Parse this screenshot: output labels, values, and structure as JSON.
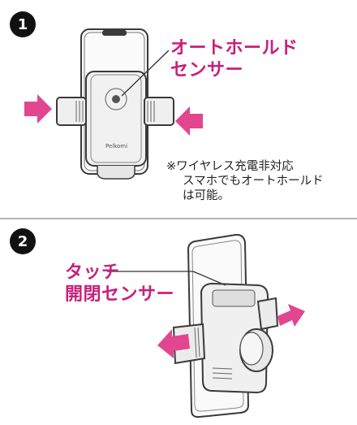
{
  "step1": {
    "badge": "1",
    "callout_line1": "オートホールド",
    "callout_line2": "センサー",
    "note_line1": "※ワイヤレス充電非対応",
    "note_line2": "スマホでもオートホールド",
    "note_line3": "は可能。",
    "device_brand": "Pelkomi"
  },
  "step2": {
    "badge": "2",
    "callout_line1": "タッチ",
    "callout_line2": "開閉センサー"
  },
  "colors": {
    "accent": "#c8207c",
    "arrow": "#e2468f"
  }
}
